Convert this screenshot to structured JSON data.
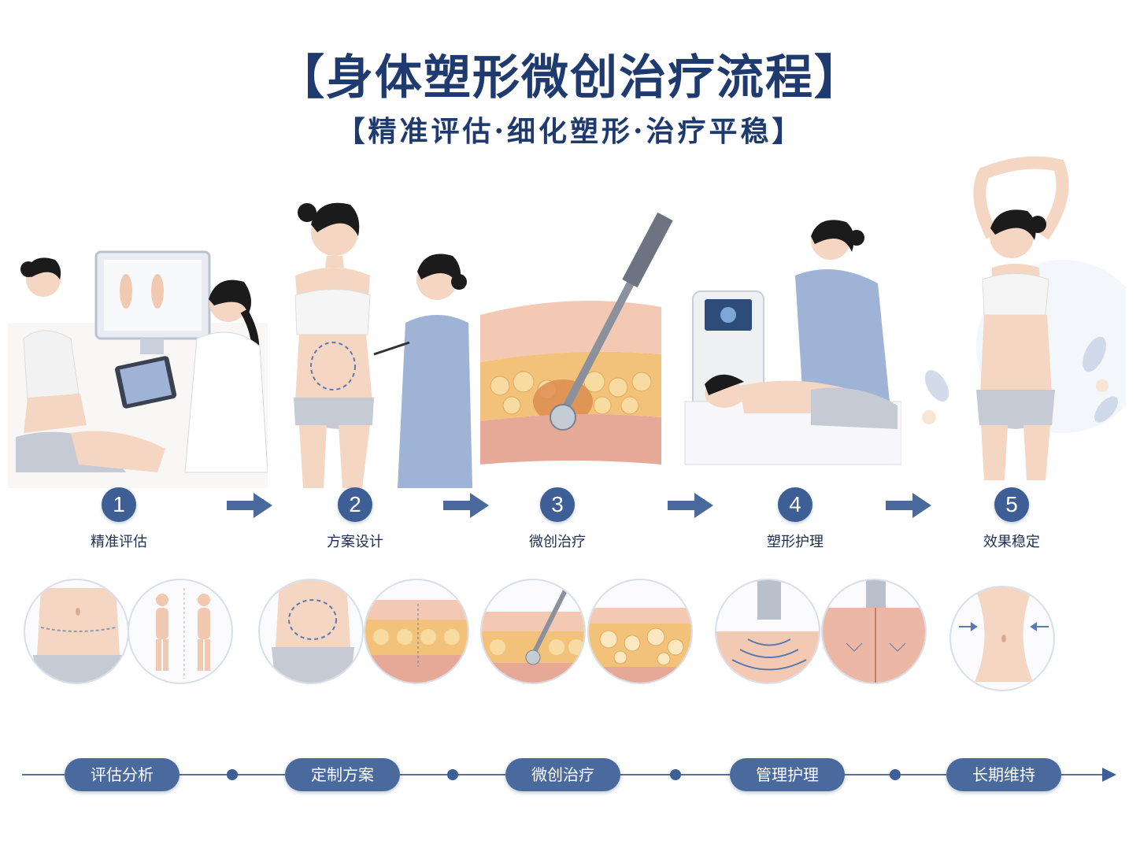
{
  "title": "【身体塑形微创治疗流程】",
  "subtitle": "【精准评估·细化塑形·治疗平稳】",
  "steps": [
    {
      "number": "1",
      "label": "精准评估"
    },
    {
      "number": "2",
      "label": "方案设计"
    },
    {
      "number": "3",
      "label": "微创治疗"
    },
    {
      "number": "4",
      "label": "塑形护理"
    },
    {
      "number": "5",
      "label": "效果稳定"
    }
  ],
  "timeline": [
    "评估分析",
    "定制方案",
    "微创治疗",
    "管理护理",
    "长期维持"
  ],
  "colors": {
    "primary": "#1e3a6e",
    "accent": "#4a6a9e",
    "skin": "#f6d8c4",
    "fat": "#f3c27a",
    "gown": "#9fb3d6"
  }
}
